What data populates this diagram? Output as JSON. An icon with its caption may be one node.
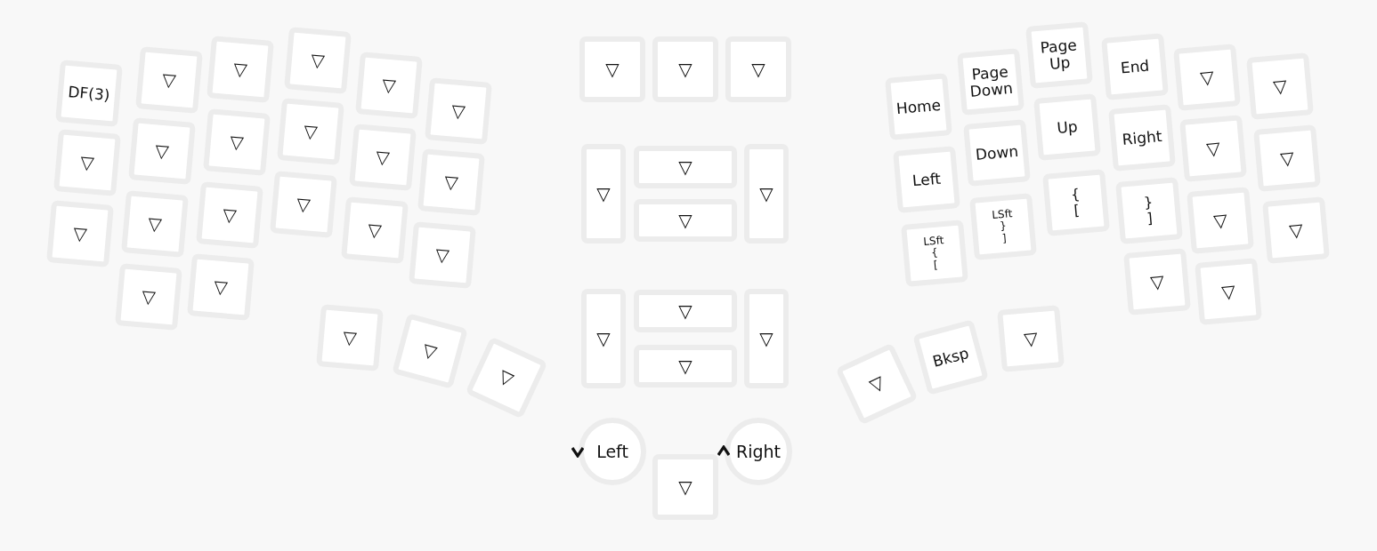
{
  "diagram": {
    "nodes": [
      {
        "text": [
          "DF(3)"
        ]
      },
      {
        "text": [
          "▽"
        ]
      },
      {
        "text": [
          "▽"
        ]
      },
      {
        "text": [
          "▽"
        ]
      },
      {
        "text": [
          "▽"
        ]
      },
      {
        "text": [
          "▽"
        ]
      },
      {
        "text": [
          "▽"
        ]
      },
      {
        "text": [
          "▽"
        ]
      },
      {
        "text": [
          "▽"
        ]
      },
      {
        "text": [
          "▽"
        ]
      },
      {
        "text": [
          "▽"
        ]
      },
      {
        "text": [
          "▽"
        ]
      },
      {
        "text": [
          "▽"
        ]
      },
      {
        "text": [
          "▽"
        ]
      },
      {
        "text": [
          "▽"
        ]
      },
      {
        "text": [
          "▽"
        ]
      },
      {
        "text": [
          "▽"
        ]
      },
      {
        "text": [
          "▽"
        ]
      },
      {
        "text": [
          "▽"
        ]
      },
      {
        "text": [
          "▽"
        ]
      },
      {
        "text": [
          "▽"
        ]
      },
      {
        "text": [
          "▽"
        ]
      },
      {
        "text": [
          "▽"
        ]
      },
      {
        "text": [
          "▽"
        ]
      },
      {
        "text": [
          "▽"
        ]
      },
      {
        "text": [
          "▽"
        ]
      },
      {
        "text": [
          "▽"
        ]
      },
      {
        "text": [
          "▽"
        ]
      },
      {
        "text": [
          "▽"
        ]
      },
      {
        "text": [
          "▽"
        ]
      },
      {
        "text": [
          "▽"
        ]
      },
      {
        "text": [
          "▽"
        ]
      },
      {
        "text": [
          "▽"
        ]
      },
      {
        "text": [
          "▽"
        ]
      },
      {
        "text": [
          "Left"
        ]
      },
      {
        "text": [
          "▽"
        ]
      },
      {
        "text": [
          "Right"
        ]
      },
      {
        "text": [
          "Home"
        ]
      },
      {
        "text": [
          "Page Down"
        ]
      },
      {
        "text": [
          "Page Up"
        ]
      },
      {
        "text": [
          "End"
        ]
      },
      {
        "text": [
          "▽"
        ]
      },
      {
        "text": [
          "▽"
        ]
      },
      {
        "text": [
          "Left"
        ]
      },
      {
        "text": [
          "Down"
        ]
      },
      {
        "text": [
          "Up"
        ]
      },
      {
        "text": [
          "Right"
        ]
      },
      {
        "text": [
          "▽"
        ]
      },
      {
        "text": [
          "▽"
        ]
      },
      {
        "text": [
          "LSft",
          "{",
          "["
        ]
      },
      {
        "text": [
          "LSft",
          "}",
          "]"
        ]
      },
      {
        "text": [
          "{",
          "["
        ]
      },
      {
        "text": [
          "}",
          "]"
        ]
      },
      {
        "text": [
          "▽"
        ]
      },
      {
        "text": [
          "▽"
        ]
      },
      {
        "text": [
          "▽"
        ]
      },
      {
        "text": [
          "▽"
        ]
      },
      {
        "text": [
          "▽"
        ]
      },
      {
        "text": [
          "Bksp"
        ]
      },
      {
        "text": [
          "▽"
        ]
      }
    ]
  }
}
